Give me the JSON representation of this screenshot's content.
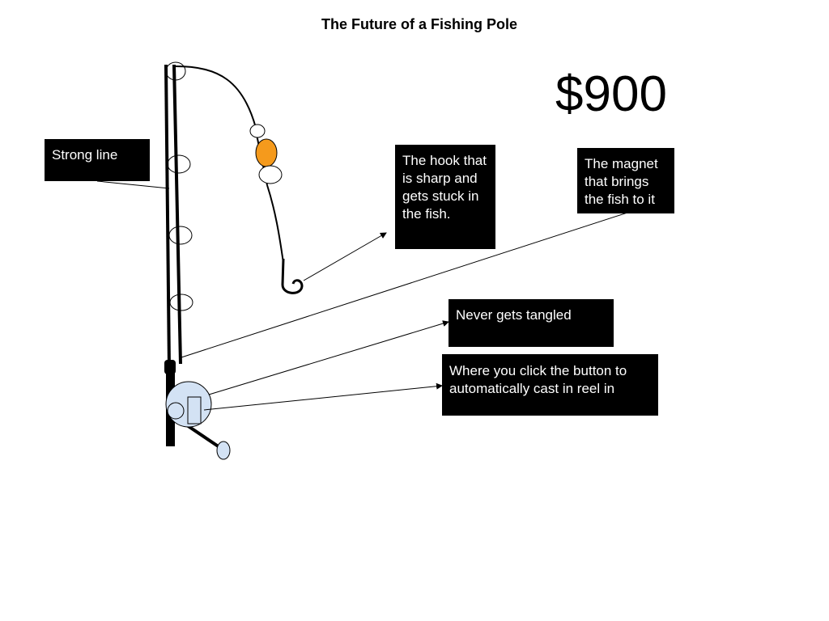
{
  "title": "The Future of a Fishing Pole",
  "price": "$900",
  "labels": {
    "strong_line": "Strong line",
    "hook": "The hook that is sharp and gets stuck in the fish.",
    "magnet": "The magnet that brings the fish to it",
    "tangled": "Never gets tangled",
    "button": "Where you click the button to automatically cast in reel in"
  },
  "colors": {
    "bobber": "#f59a1c",
    "reel": "#d3e2f4",
    "box": "#000000"
  }
}
